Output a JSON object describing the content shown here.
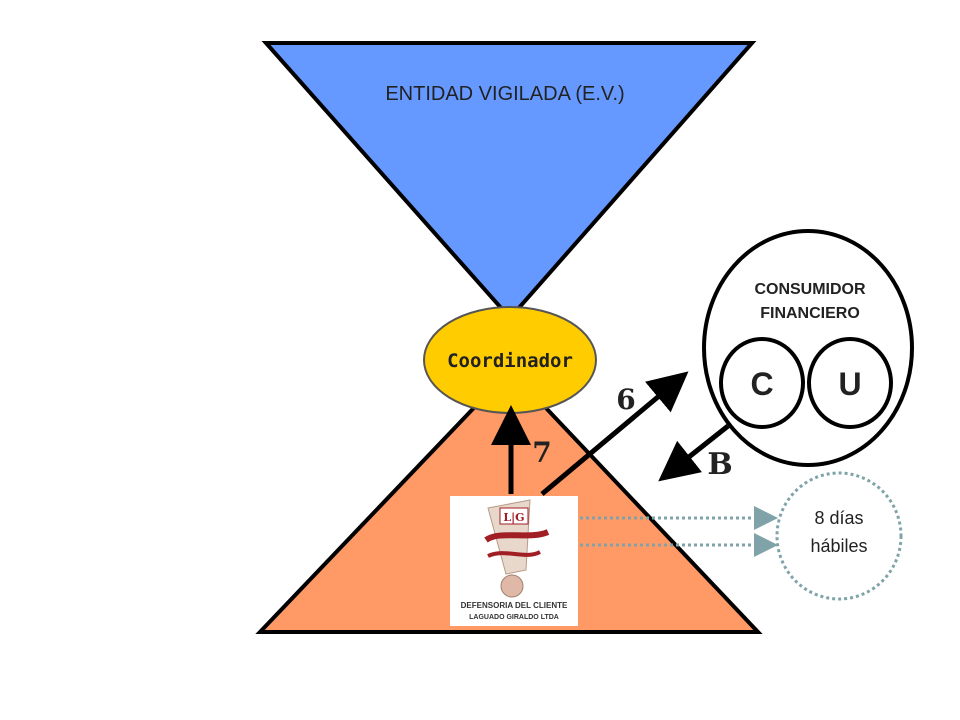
{
  "top_triangle": {
    "label": "ENTIDAD VIGILADA (E.V.)",
    "color": "#6699ff"
  },
  "bottom_triangle": {
    "color": "#ff9966"
  },
  "coordinator": {
    "label": "Coordinador",
    "color": "#ffcc00"
  },
  "consumer": {
    "title_line1": "CONSUMIDOR",
    "title_line2": "FINANCIERO",
    "inner_left": "C",
    "inner_right": "U"
  },
  "arrows": {
    "seven": "7",
    "six": "6",
    "b": "B"
  },
  "logo": {
    "initials": "L|G",
    "line1": "DEFENSORIA DEL CLIENTE",
    "line2": "LAGUADO GIRALDO  LTDA"
  },
  "deadline": {
    "line1": "8 días",
    "line2": "hábiles",
    "border_color": "#7fa3a8"
  }
}
